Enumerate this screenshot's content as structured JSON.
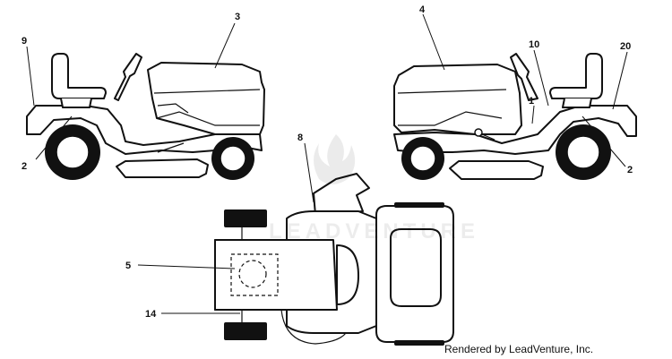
{
  "diagram": {
    "callouts": [
      {
        "id": "c9",
        "label": "9"
      },
      {
        "id": "c3",
        "label": "3"
      },
      {
        "id": "c2-left",
        "label": "2"
      },
      {
        "id": "c4",
        "label": "4"
      },
      {
        "id": "c10",
        "label": "10"
      },
      {
        "id": "c20",
        "label": "20"
      },
      {
        "id": "c1",
        "label": "1"
      },
      {
        "id": "c2-right",
        "label": "2"
      },
      {
        "id": "c8",
        "label": "8"
      },
      {
        "id": "c5",
        "label": "5"
      },
      {
        "id": "c14",
        "label": "14"
      }
    ],
    "watermark": "LEADVENTURE",
    "credit": "Rendered by LeadVenture, Inc."
  }
}
